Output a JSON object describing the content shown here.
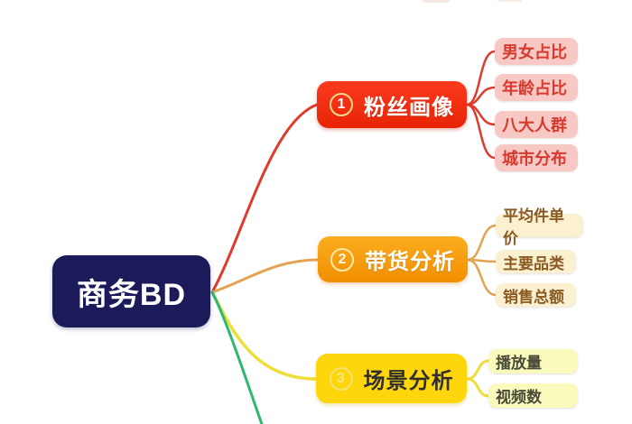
{
  "root": {
    "label": "商务BD"
  },
  "branches": [
    {
      "num": "1",
      "label": "粉丝画像",
      "color": "#ee2c0f",
      "children": [
        {
          "label": "男女占比"
        },
        {
          "label": "年龄占比"
        },
        {
          "label": "八大人群"
        },
        {
          "label": "城市分布"
        }
      ]
    },
    {
      "num": "2",
      "label": "带货分析",
      "color": "#f59e0b",
      "children": [
        {
          "label": "平均件单价"
        },
        {
          "label": "主要品类"
        },
        {
          "label": "销售总额"
        }
      ]
    },
    {
      "num": "3",
      "label": "场景分析",
      "color": "#ffd60b",
      "children": [
        {
          "label": "播放量"
        },
        {
          "label": "视频数"
        }
      ]
    }
  ],
  "colors": {
    "root_bg": "#1b1b5a",
    "branch1_bg": "#ee2c0f",
    "branch1_child_bg": "#f8c8c4",
    "branch1_child_text": "#d63a2e",
    "branch2_bg": "#f59e0b",
    "branch2_child_bg": "#fbf0d0",
    "branch2_child_text": "#8a5a22",
    "branch3_bg": "#ffd60b",
    "branch3_child_bg": "#fafabc",
    "branch3_child_text": "#4a4a38",
    "line_red": "#df3a2c",
    "line_orange": "#e3a351",
    "line_yellow": "#eedd3a",
    "line_green": "#2eb872"
  }
}
